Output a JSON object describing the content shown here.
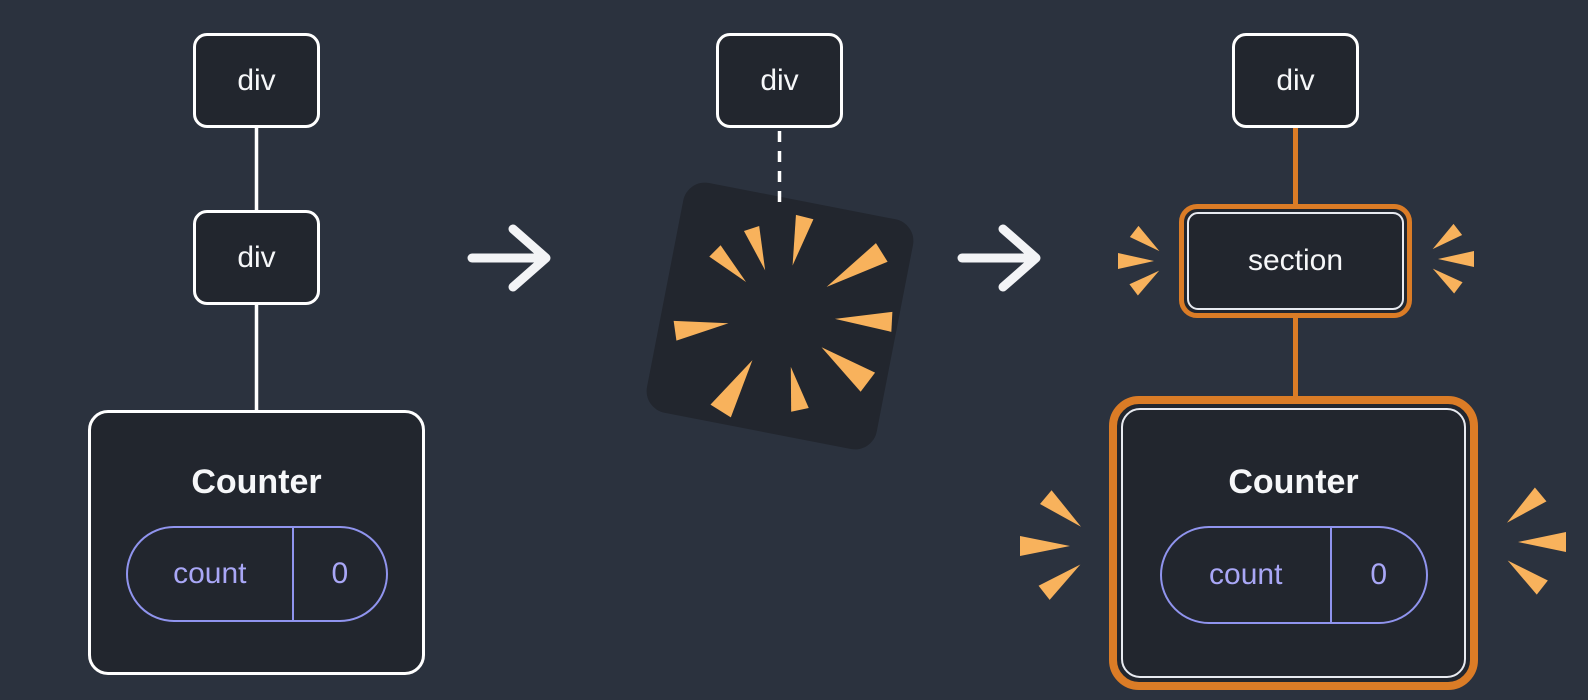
{
  "left_tree": {
    "root_label": "div",
    "child_label": "div",
    "counter": {
      "title": "Counter",
      "state_label": "count",
      "state_value": "0"
    }
  },
  "middle_tree": {
    "root_label": "div"
  },
  "right_tree": {
    "root_label": "div",
    "child_label": "section",
    "counter": {
      "title": "Counter",
      "state_label": "count",
      "state_value": "0"
    }
  },
  "colors": {
    "background": "#2b323e",
    "box_fill": "#22262e",
    "box_border": "#ffffff",
    "inner_border": "#e8eaf0",
    "highlight_orange": "#db7c26",
    "sparkle_orange": "#f8b25c",
    "state_purple": "#9094ee",
    "text": "#f6f7f9"
  }
}
